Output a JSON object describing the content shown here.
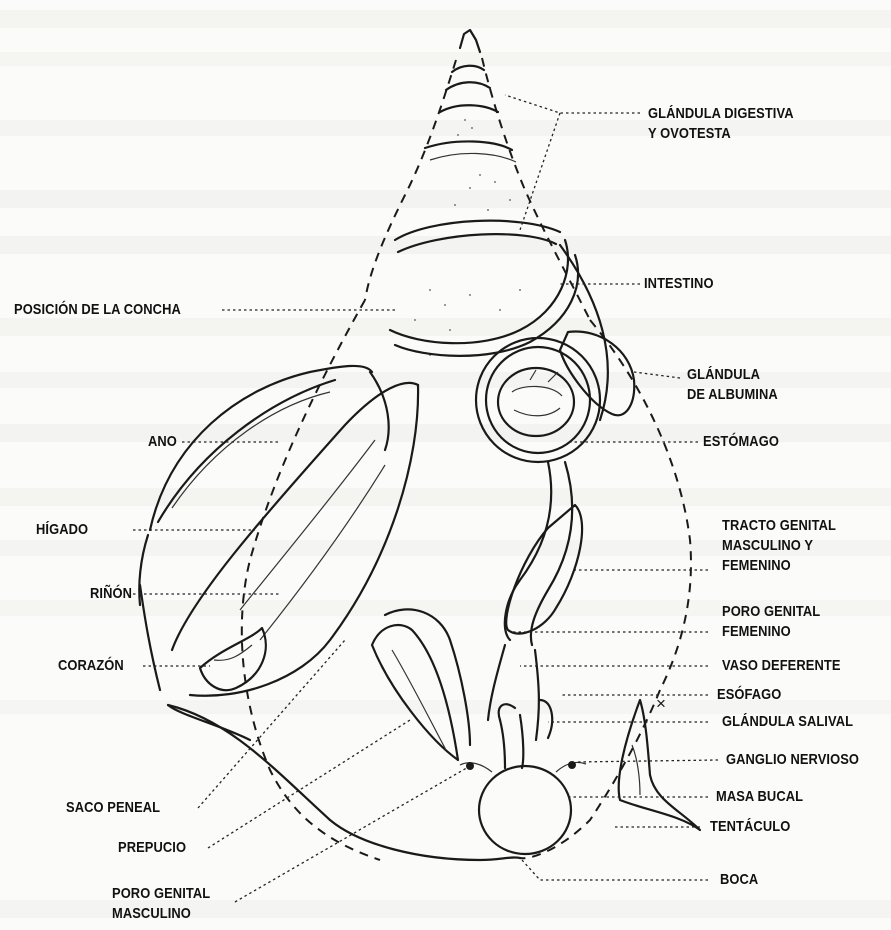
{
  "labels": {
    "glandula_digestiva": [
      "GLÁNDULA DIGESTIVA",
      "Y OVOTESTA"
    ],
    "intestino": "INTESTINO",
    "posicion_concha": "POSICIÓN DE LA CONCHA",
    "glandula_albumina": [
      "GLÁNDULA",
      "DE ALBUMINA"
    ],
    "ano": "ANO",
    "estomago": "ESTÓMAGO",
    "higado": "HÍGADO",
    "tracto_genital": [
      "TRACTO GENITAL",
      "MASCULINO Y",
      "FEMENINO"
    ],
    "rinon": "RIÑÓN",
    "poro_genital_femenino": [
      "PORO GENITAL",
      "FEMENINO"
    ],
    "corazon": "CORAZÓN",
    "vaso_deferente": "VASO DEFERENTE",
    "esofago": "ESÓFAGO",
    "glandula_salival": "GLÁNDULA SALIVAL",
    "ganglio_nervioso": "GANGLIO NERVIOSO",
    "saco_peneal": "SACO PENEAL",
    "masa_bucal": "MASA BUCAL",
    "prepucio": "PREPUCIO",
    "tentaculo": "TENTÁCULO",
    "poro_genital_masculino": [
      "PORO GENITAL",
      "MASCULINO"
    ],
    "boca": "BOCA",
    "cross_mark": "×"
  },
  "colors": {
    "ink": "#1a1a1a",
    "paper": "#fbfbf9",
    "bleed_text": "#dcdcd8"
  }
}
